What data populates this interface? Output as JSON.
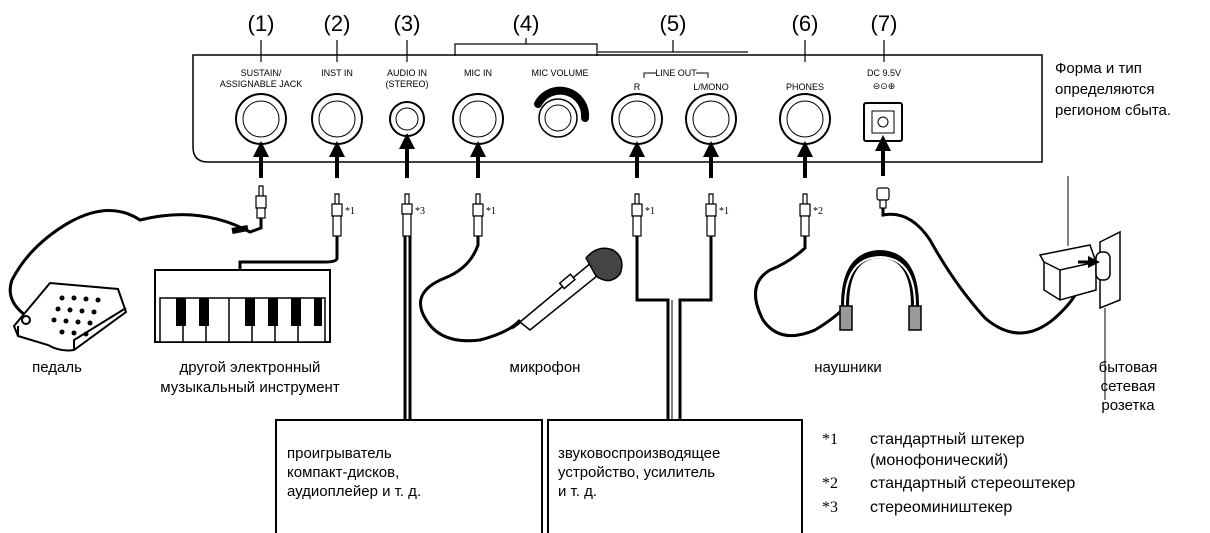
{
  "ports": [
    {
      "num": "(1)",
      "label": [
        "SUSTAIN/",
        "ASSIGNABLE JACK"
      ]
    },
    {
      "num": "(2)",
      "label": [
        "INST IN"
      ]
    },
    {
      "num": "(3)",
      "label": [
        "AUDIO IN",
        "(STEREO)"
      ]
    },
    {
      "num": "(4)",
      "label": [
        "MIC IN"
      ]
    },
    {
      "num": "(5)",
      "label": [
        "R"
      ]
    },
    {
      "num": "(6)",
      "label": [
        "PHONES"
      ]
    },
    {
      "num": "(7)",
      "label": [
        "DC 9.5V"
      ]
    }
  ],
  "extra_labels": {
    "mic_volume": "MIC VOLUME",
    "line_out": "LINE OUT",
    "lmono": "L/MONO",
    "dc_symbol": "⊖⊙⊕"
  },
  "plug_marks": {
    "m1": "*1",
    "m2": "*2",
    "m3": "*3"
  },
  "region_note": [
    "Форма и тип",
    "определяются",
    "регионом сбыта."
  ],
  "captions": {
    "pedal": "педаль",
    "instrument": [
      "другой электронный",
      "музыкальный инструмент"
    ],
    "microphone": "микрофон",
    "headphones": "наушники",
    "outlet": [
      "бытовая",
      "сетевая",
      "розетка"
    ]
  },
  "boxes": {
    "player": [
      "проигрыватель",
      "компакт-дисков,",
      "аудиоплейер и т. д."
    ],
    "amp": [
      "звуковоспроизводящее",
      "устройство, усилитель",
      "и т. д."
    ]
  },
  "footnotes": [
    {
      "mark": "*1",
      "lines": [
        "стандартный штекер",
        "(монофонический)"
      ]
    },
    {
      "mark": "*2",
      "lines": [
        "стандартный стереоштекер"
      ]
    },
    {
      "mark": "*3",
      "lines": [
        "стереомиништекер"
      ]
    }
  ]
}
